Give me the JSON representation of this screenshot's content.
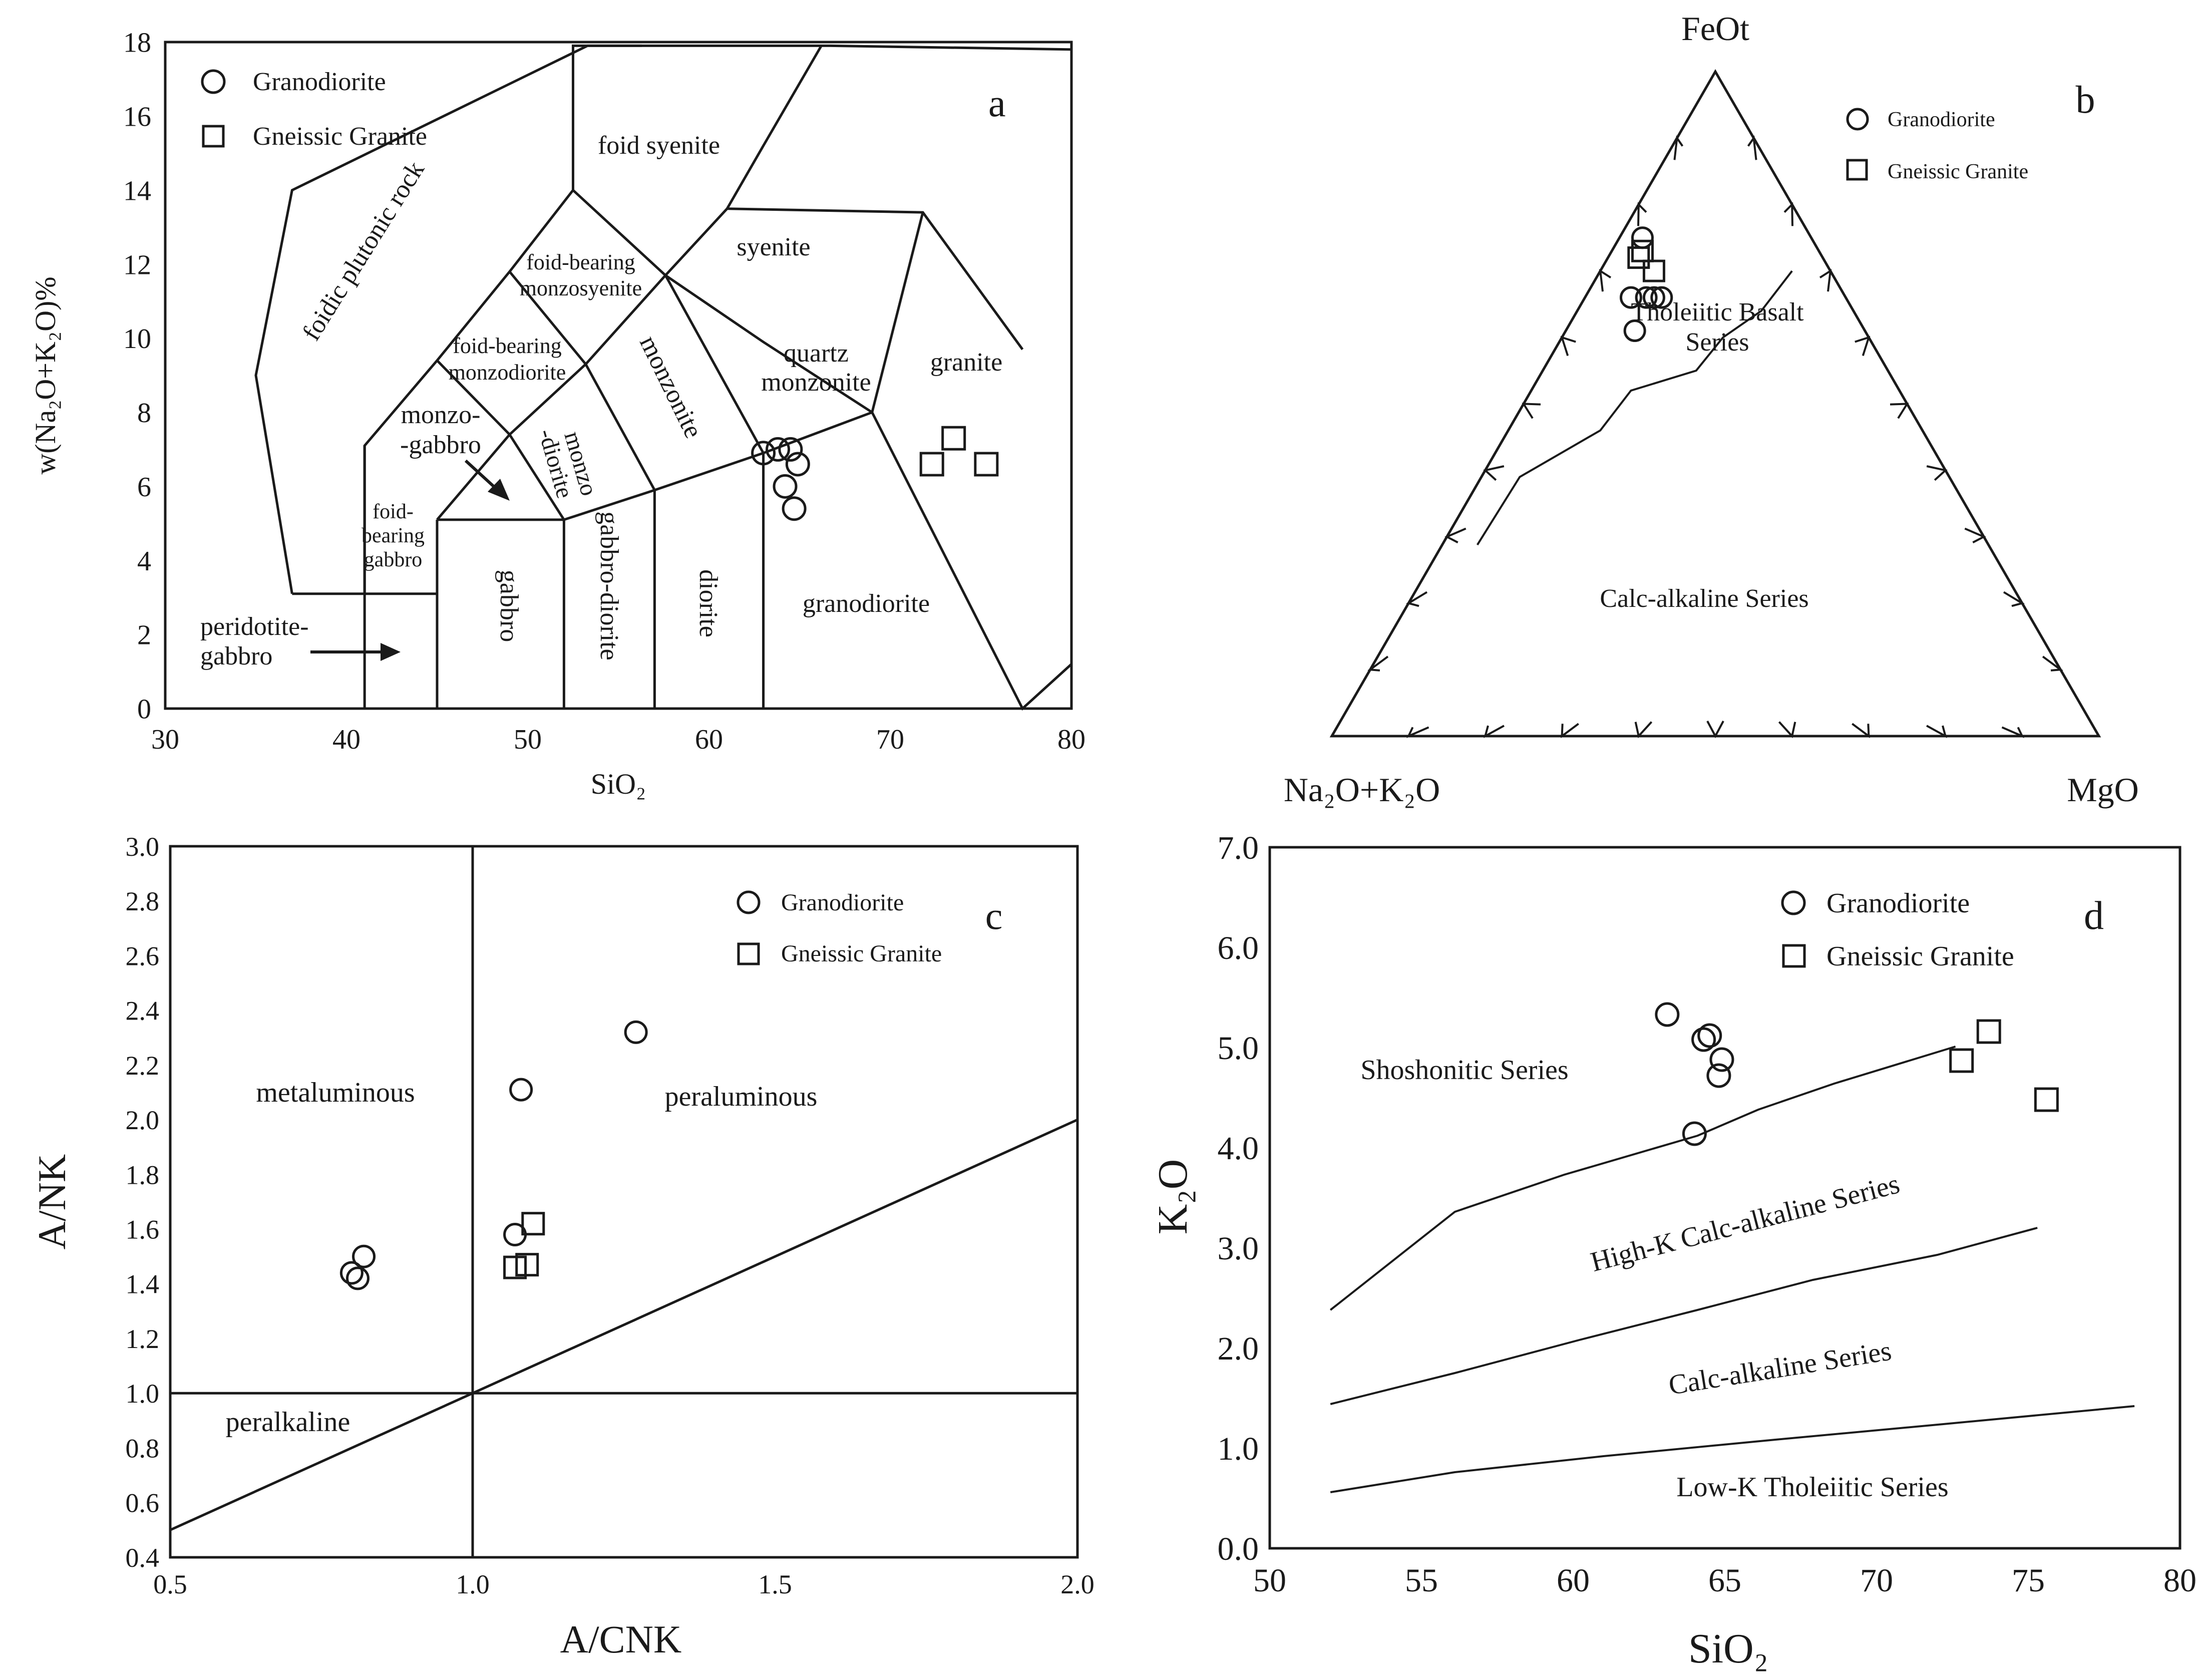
{
  "chart_data": [
    {
      "panel": "a",
      "type": "scatter",
      "xlabel": "SiO₂",
      "ylabel": "w(Na₂O+K₂O)%",
      "xlim": [
        30,
        80
      ],
      "ylim": [
        0,
        18
      ],
      "xticks": [
        30,
        40,
        50,
        60,
        70,
        80
      ],
      "yticks": [
        0,
        2,
        4,
        6,
        8,
        10,
        12,
        14,
        16,
        18
      ],
      "legend": {
        "placement": "top-left",
        "entries": [
          "Granodiorite",
          "Gneissic Granite"
        ]
      },
      "series": [
        {
          "name": "Granodiorite",
          "marker": "circle",
          "points": [
            [
              63.0,
              6.9
            ],
            [
              63.8,
              7.0
            ],
            [
              64.5,
              7.0
            ],
            [
              64.9,
              6.6
            ],
            [
              64.2,
              6.0
            ],
            [
              64.7,
              5.4
            ]
          ]
        },
        {
          "name": "Gneissic Granite",
          "marker": "square",
          "points": [
            [
              72.3,
              6.6
            ],
            [
              73.5,
              7.3
            ],
            [
              75.3,
              6.6
            ]
          ]
        }
      ],
      "field_labels": [
        "foidic plutonic rock",
        "foid syenite",
        "syenite",
        "foid-bearing monzosyenite",
        "foid-bearing monzodiorite",
        "monzonite",
        "quartz monzonite",
        "granite",
        "monzo-gabbro",
        "monzo-diorite",
        "foid-bearing gabbro",
        "gabbro",
        "gabbro-diorite",
        "diorite",
        "granodiorite",
        "peridotite-gabbro"
      ],
      "field_boundaries": [
        [
          [
            37,
            3.1
          ],
          [
            41,
            3.1
          ],
          [
            41,
            7.1
          ],
          [
            45,
            9.4
          ],
          [
            49,
            11.8
          ],
          [
            52.5,
            14.0
          ],
          [
            57.6,
            11.7
          ],
          [
            63,
            9.9
          ],
          [
            69,
            8.0
          ],
          [
            77.3,
            0
          ],
          [
            80,
            1.2
          ],
          [
            80,
            17.8
          ],
          [
            66.7,
            17.9
          ],
          [
            56.3,
            17.9
          ],
          [
            53.3,
            17.9
          ],
          [
            37,
            14.0
          ],
          [
            35,
            9.0
          ],
          [
            37,
            3.1
          ]
        ],
        [
          [
            41,
            0
          ],
          [
            41,
            7.1
          ]
        ],
        [
          [
            45,
            0
          ],
          [
            45,
            5.1
          ]
        ],
        [
          [
            41,
            3.1
          ],
          [
            45,
            3.1
          ]
        ],
        [
          [
            45,
            5.1
          ],
          [
            52,
            5.1
          ]
        ],
        [
          [
            52,
            0
          ],
          [
            52,
            5.1
          ]
        ],
        [
          [
            57,
            0
          ],
          [
            57,
            5.9
          ]
        ],
        [
          [
            63,
            0
          ],
          [
            63,
            6.9
          ]
        ],
        [
          [
            45,
            5.1
          ],
          [
            49,
            7.4
          ]
        ],
        [
          [
            49,
            7.4
          ],
          [
            52,
            5.1
          ]
        ],
        [
          [
            49,
            7.4
          ],
          [
            53.2,
            9.3
          ],
          [
            57,
            5.9
          ]
        ],
        [
          [
            52,
            5.1
          ],
          [
            57,
            5.9
          ],
          [
            63,
            6.9
          ],
          [
            69,
            8.0
          ]
        ],
        [
          [
            45,
            9.4
          ],
          [
            49,
            7.4
          ]
        ],
        [
          [
            49,
            11.8
          ],
          [
            53.2,
            9.3
          ]
        ],
        [
          [
            53.2,
            9.3
          ],
          [
            57.6,
            11.7
          ]
        ],
        [
          [
            57.6,
            11.7
          ],
          [
            61,
            13.5
          ],
          [
            63,
            15.2
          ],
          [
            66.2,
            17.9
          ]
        ],
        [
          [
            57.6,
            11.7
          ],
          [
            63,
            6.9
          ]
        ],
        [
          [
            52.5,
            14.0
          ],
          [
            52.5,
            17.9
          ],
          [
            56.3,
            17.9
          ]
        ],
        [
          [
            69,
            8.0
          ],
          [
            71.8,
            13.4
          ]
        ],
        [
          [
            61,
            13.5
          ],
          [
            71.8,
            13.4
          ],
          [
            77.3,
            9.7
          ]
        ]
      ]
    },
    {
      "panel": "b",
      "type": "scatter",
      "vertices": [
        "FeOt",
        "Na₂O+K₂O",
        "MgO"
      ],
      "legend": {
        "placement": "top-right",
        "entries": [
          "Granodiorite",
          "Gneissic Granite"
        ]
      },
      "series": [
        {
          "name": "Granodiorite",
          "marker": "circle",
          "points": [
            [
              0.61,
              0.3,
              0.09
            ],
            [
              0.66,
              0.26,
              0.08
            ],
            [
              0.66,
              0.28,
              0.06
            ],
            [
              0.75,
              0.22,
              0.03
            ],
            [
              0.66,
              0.25,
              0.09
            ],
            [
              0.66,
              0.24,
              0.1
            ]
          ]
        },
        {
          "name": "Gneissic Granite",
          "marker": "square",
          "points": [
            [
              0.7,
              0.23,
              0.07
            ],
            [
              0.72,
              0.24,
              0.04
            ],
            [
              0.73,
              0.23,
              0.04
            ]
          ]
        }
      ],
      "boundary": [
        [
          0.31,
          0.71,
          0.0
        ],
        [
          0.39,
          0.56,
          0.05
        ],
        [
          0.46,
          0.42,
          0.12
        ],
        [
          0.52,
          0.35,
          0.13
        ],
        [
          0.55,
          0.25,
          0.2
        ],
        [
          0.6,
          0.19,
          0.21
        ],
        [
          0.64,
          0.12,
          0.24
        ],
        [
          0.7,
          0.05,
          0.25
        ]
      ],
      "field_labels": [
        "Tholeiitic Basalt Series",
        "Calc-alkaline Series"
      ]
    },
    {
      "panel": "c",
      "type": "scatter",
      "xlabel": "A/CNK",
      "ylabel": "A/NK",
      "xlim": [
        0.5,
        2.0
      ],
      "ylim": [
        0.4,
        3.0
      ],
      "xticks": [
        "0.5",
        "1.0",
        "1.5",
        "2.0"
      ],
      "yticks": [
        "0.4",
        "0.6",
        "0.8",
        "1.0",
        "1.2",
        "1.4",
        "1.6",
        "1.8",
        "2.0",
        "2.2",
        "2.4",
        "2.6",
        "2.8",
        "3.0"
      ],
      "legend": {
        "placement": "top-right",
        "entries": [
          "Granodiorite",
          "Gneissic Granite"
        ]
      },
      "series": [
        {
          "name": "Granodiorite",
          "marker": "circle",
          "points": [
            [
              0.8,
              1.44
            ],
            [
              0.81,
              1.42
            ],
            [
              0.82,
              1.5
            ],
            [
              1.07,
              1.58
            ],
            [
              1.08,
              2.11
            ],
            [
              1.27,
              2.32
            ]
          ]
        },
        {
          "name": "Gneissic Granite",
          "marker": "square",
          "points": [
            [
              1.07,
              1.46
            ],
            [
              1.09,
              1.47
            ],
            [
              1.1,
              1.62
            ]
          ]
        }
      ],
      "reference_lines": [
        [
          [
            0.5,
            1.0
          ],
          [
            2.0,
            1.0
          ]
        ],
        [
          [
            1.0,
            0.4
          ],
          [
            1.0,
            3.0
          ]
        ],
        [
          [
            0.5,
            0.5
          ],
          [
            2.0,
            2.0
          ]
        ]
      ],
      "field_labels": [
        "metaluminous",
        "peraluminous",
        "peralkaline"
      ]
    },
    {
      "panel": "d",
      "type": "scatter",
      "xlabel": "SiO₂",
      "ylabel": "K₂O",
      "xlim": [
        50,
        80
      ],
      "ylim": [
        0.0,
        7.0
      ],
      "xticks": [
        "50",
        "55",
        "60",
        "65",
        "70",
        "75",
        "80"
      ],
      "yticks": [
        "0.0",
        "1.0",
        "2.0",
        "3.0",
        "4.0",
        "5.0",
        "6.0",
        "7.0"
      ],
      "legend": {
        "placement": "top-right",
        "entries": [
          "Granodiorite",
          "Gneissic Granite"
        ]
      },
      "series": [
        {
          "name": "Granodiorite",
          "marker": "circle",
          "points": [
            [
              63.1,
              5.33
            ],
            [
              64.3,
              5.08
            ],
            [
              64.5,
              5.12
            ],
            [
              64.9,
              4.88
            ],
            [
              64.8,
              4.72
            ],
            [
              64.0,
              4.14
            ]
          ]
        },
        {
          "name": "Gneissic Granite",
          "marker": "square",
          "points": [
            [
              72.8,
              4.87
            ],
            [
              73.7,
              5.16
            ],
            [
              75.6,
              4.48
            ]
          ]
        }
      ],
      "boundary_lines": [
        [
          [
            52,
            2.38
          ],
          [
            56.1,
            3.36
          ],
          [
            59.7,
            3.73
          ],
          [
            64.1,
            4.12
          ],
          [
            66.1,
            4.38
          ],
          [
            68.6,
            4.64
          ],
          [
            72.6,
            5.01
          ]
        ],
        [
          [
            52,
            1.44
          ],
          [
            56.1,
            1.75
          ],
          [
            60.2,
            2.08
          ],
          [
            64.1,
            2.38
          ],
          [
            67.9,
            2.68
          ],
          [
            72.0,
            2.93
          ],
          [
            75.3,
            3.2
          ]
        ],
        [
          [
            52,
            0.56
          ],
          [
            56.1,
            0.76
          ],
          [
            61.0,
            0.92
          ],
          [
            66.5,
            1.08
          ],
          [
            72.2,
            1.24
          ],
          [
            78.5,
            1.42
          ]
        ]
      ],
      "field_labels": [
        "Shoshonitic Series",
        "High-K Calc-alkaline Series",
        "Calc-alkaline Series",
        "Low-K Tholeiitic Series"
      ]
    }
  ]
}
